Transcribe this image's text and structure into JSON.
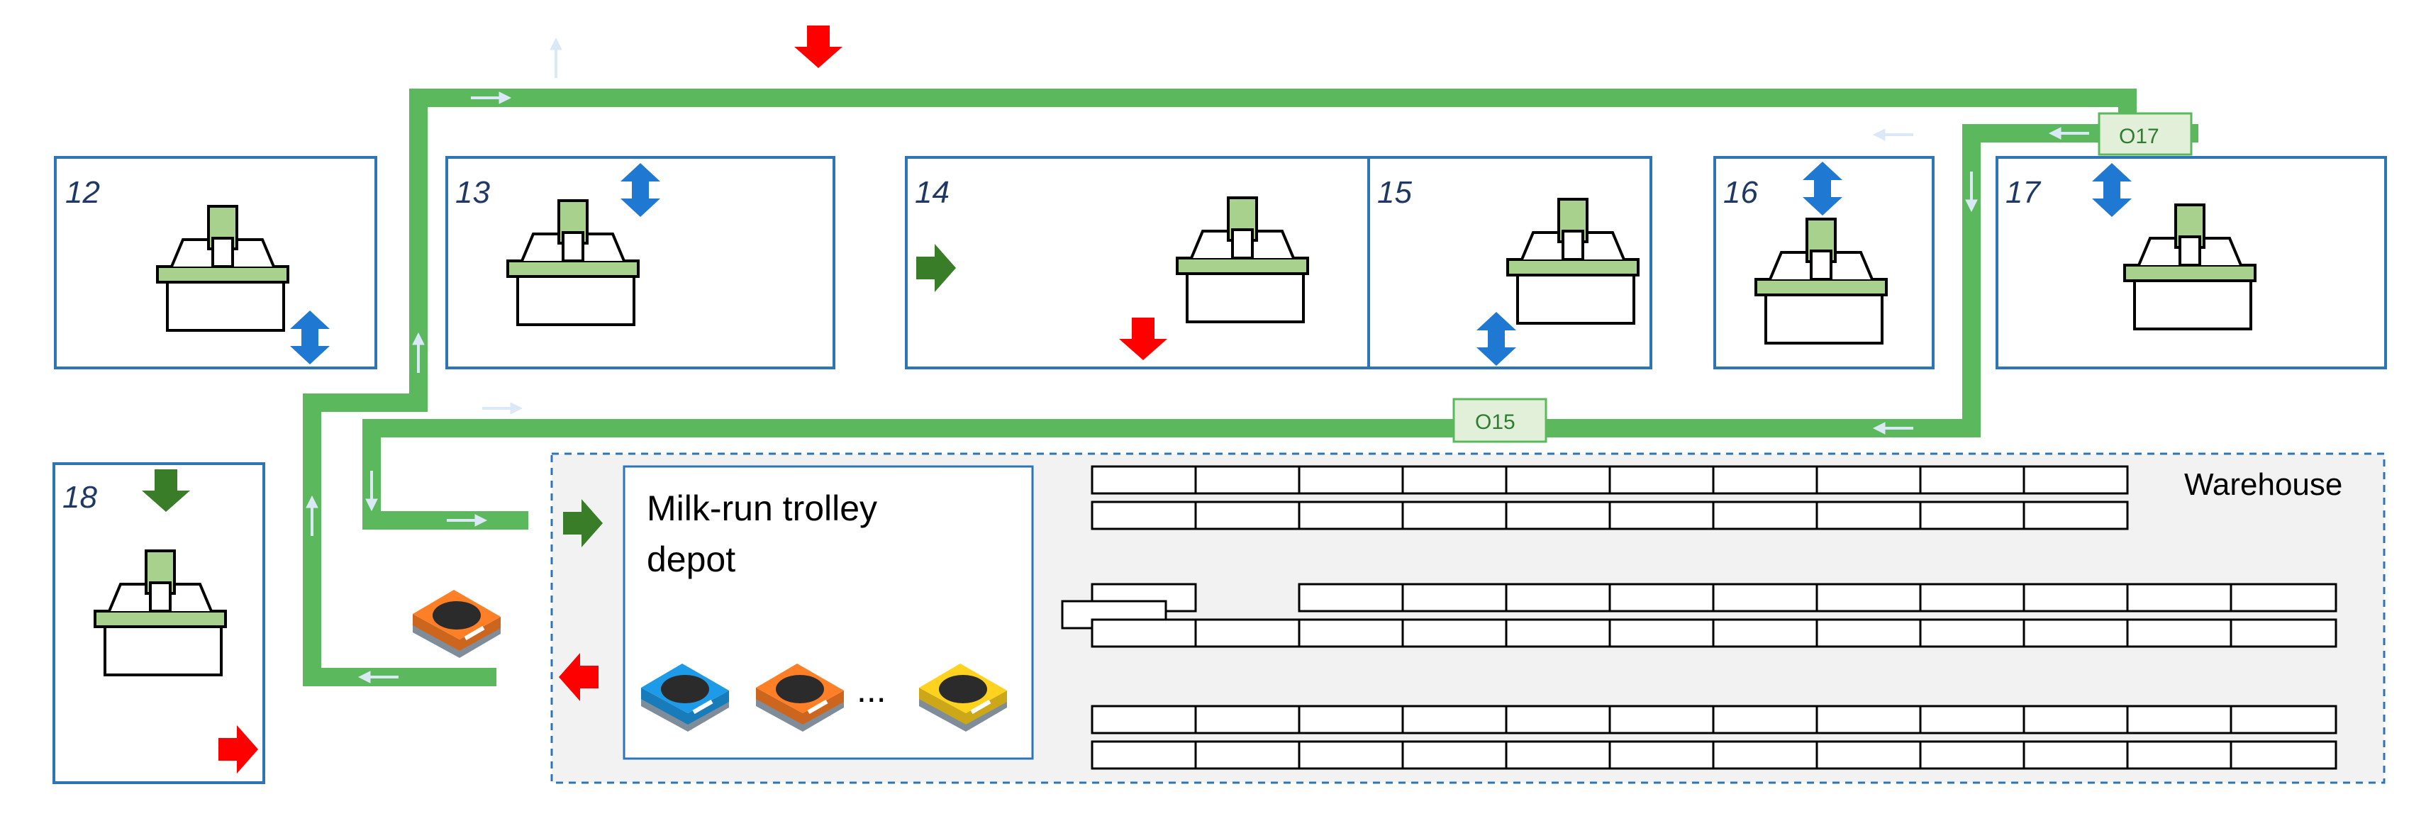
{
  "colors": {
    "station_border": "#2e75b6",
    "route_green": "#5cb85c",
    "route_dark_green": "#3a8a2e",
    "machine_green": "#a9d18e",
    "inbound_arrow": "#3a7d28",
    "outbound_arrow": "#ff0000",
    "bidirectional_arrow": "#1f78d1",
    "warehouse_bg": "#f2f2f2",
    "warehouse_border": "#2e75b6",
    "flow_marker": "#dbe9f6"
  },
  "stations": [
    {
      "id": "12",
      "label": "12"
    },
    {
      "id": "13",
      "label": "13"
    },
    {
      "id": "14",
      "label": "14"
    },
    {
      "id": "15",
      "label": "15"
    },
    {
      "id": "16",
      "label": "16"
    },
    {
      "id": "17",
      "label": "17"
    },
    {
      "id": "18",
      "label": "18"
    }
  ],
  "route_tags": {
    "o17": "O17",
    "o15": "O15"
  },
  "warehouse": {
    "label": "Warehouse"
  },
  "depot": {
    "title_line1": "Milk-run trolley",
    "title_line2": "depot",
    "ellipsis": "...",
    "trolleys": [
      {
        "color": "#1e9be8",
        "name": "blue-trolley"
      },
      {
        "color": "#ff7f27",
        "name": "orange-trolley"
      },
      {
        "color": "#ffd21f",
        "name": "yellow-trolley"
      }
    ]
  },
  "moving_trolley": {
    "color": "#ff7f27"
  },
  "icons": {
    "inbound": "inbound-arrow-icon",
    "outbound": "outbound-arrow-icon",
    "bidirectional": "bidirectional-arrow-icon",
    "machine": "machine-icon",
    "trolley": "trolley-icon"
  }
}
